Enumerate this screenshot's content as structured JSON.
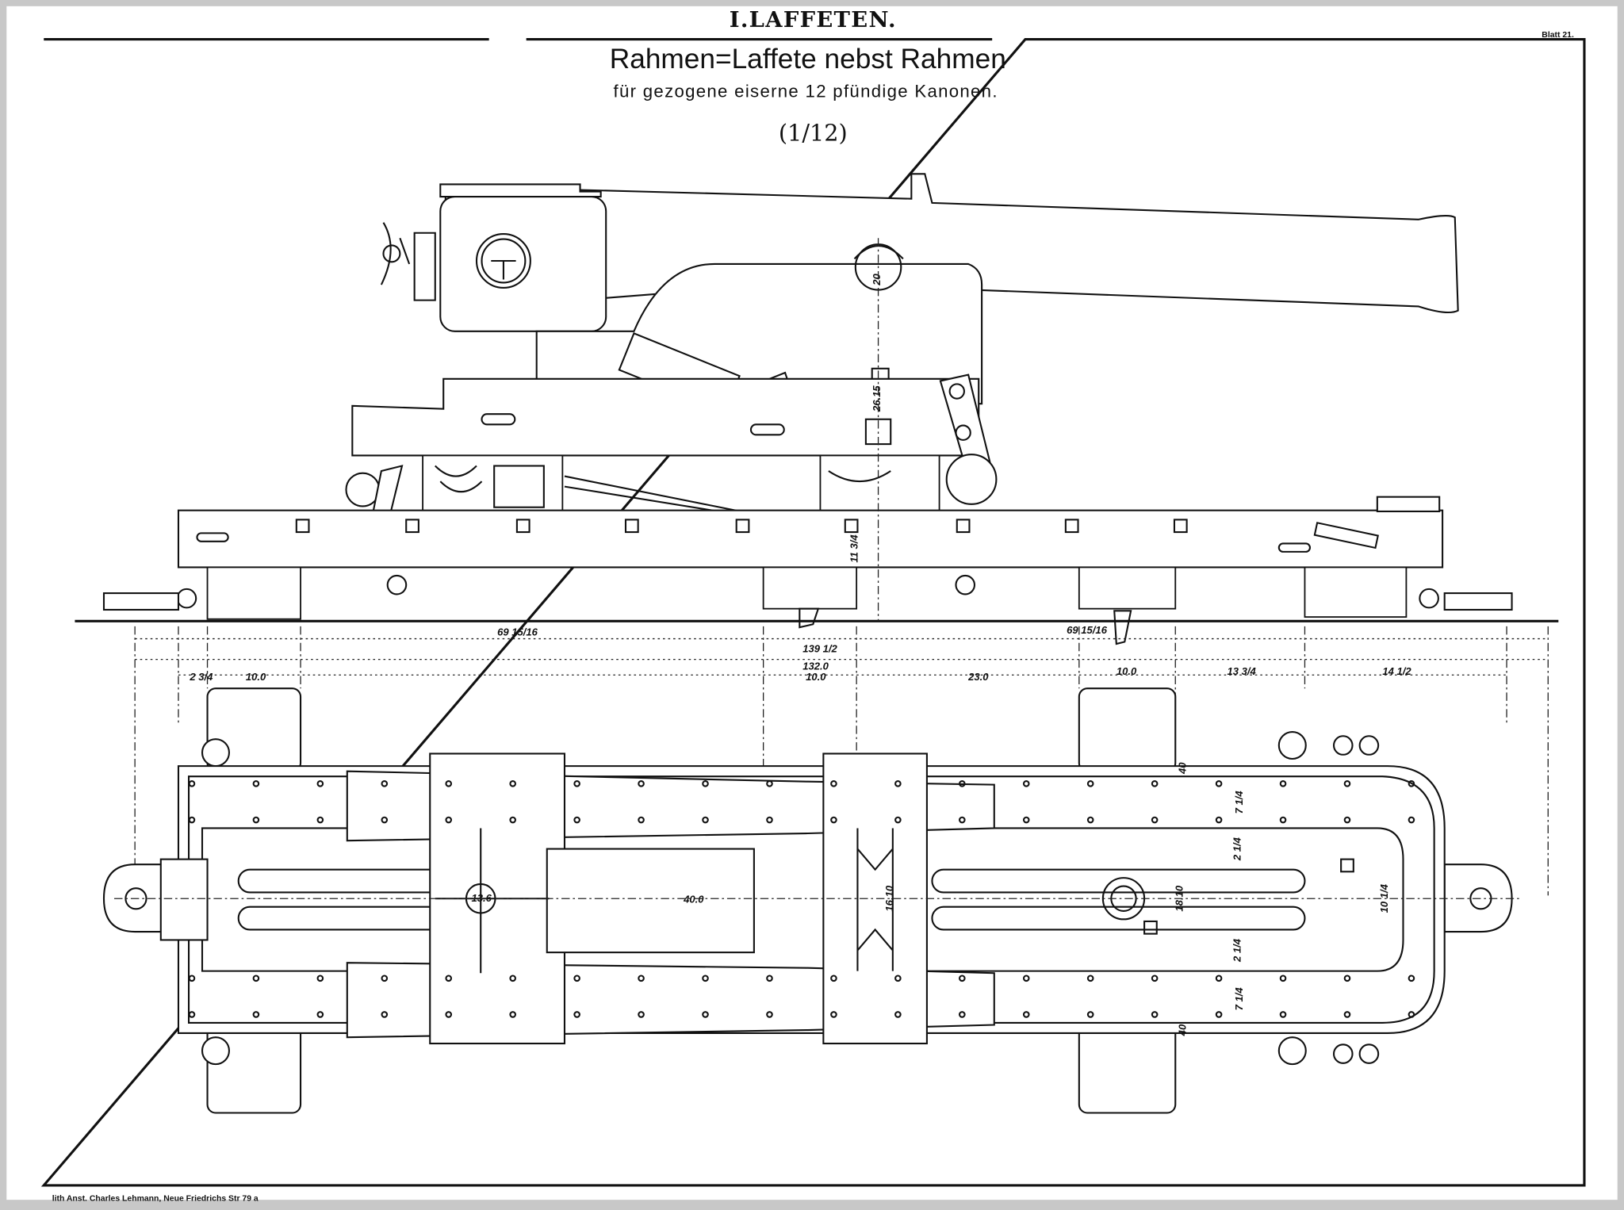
{
  "sheet": {
    "section_title": "I.LAFFETEN.",
    "title": "Rahmen=Laffete nebst Rahmen",
    "subtitle": "für gezogene eiserne 12 pfündige Kanonen.",
    "scale": "(1/12)",
    "sheet_number": "Blatt 21.",
    "imprint": "lith Anst. Charles Lehmann, Neue Friedrichs Str 79 a"
  },
  "side_view": {
    "labels": {
      "trunnion_height": "20",
      "carriage_height": "26.15",
      "frame_height": "11 3/4"
    }
  },
  "dimensions": {
    "left_offset": "69 15/16",
    "right_offset": "69 15/16",
    "total_a": "139 1/2",
    "total_b": "132.0",
    "segments": [
      "2 3/4",
      "10.0",
      "10.0",
      "23.0",
      "10.0",
      "13 3/4",
      "14 1/2"
    ]
  },
  "plan_view": {
    "labels": {
      "slide_length": "40.0",
      "elevating_screw": "13.6",
      "centre_width": "16.10",
      "frame_width": "18.10",
      "rear_width": "10 1/4",
      "rail_width_top": "7 1/4",
      "rail_width_bottom": "7 1/4",
      "gap_top": "2 1/4",
      "gap_bottom": "2 1/4",
      "edge_top": "40",
      "edge_bottom": "40"
    }
  }
}
